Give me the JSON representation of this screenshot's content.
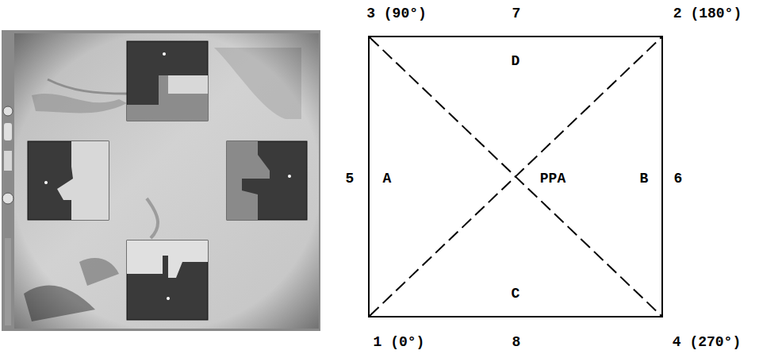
{
  "diagram": {
    "nodes": [
      {
        "text": [
          "D",
          "A",
          "PPA",
          "B",
          "C"
        ]
      }
    ],
    "labels": [
      "3 (90°)",
      "7",
      "2 (180°)",
      "5",
      "6",
      "1 (0°)",
      "8",
      "4 (270°)"
    ]
  }
}
